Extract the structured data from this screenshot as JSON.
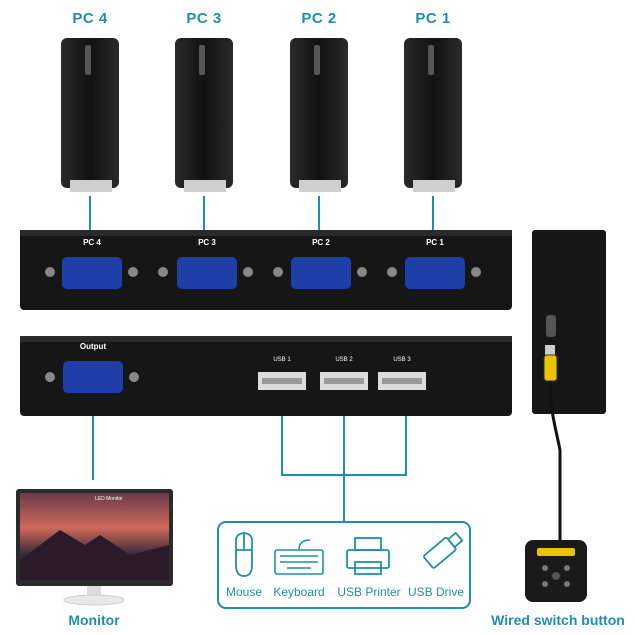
{
  "pcs": [
    {
      "label": "PC 4"
    },
    {
      "label": "PC 3"
    },
    {
      "label": "PC 2"
    },
    {
      "label": "PC 1"
    }
  ],
  "front_panel": {
    "labels": [
      "PC 4",
      "PC 3",
      "PC 2",
      "PC 1"
    ]
  },
  "back_panel": {
    "output_label": "Output",
    "usb_labels": [
      "USB 1",
      "USB 2",
      "USB 3"
    ]
  },
  "peripherals": [
    {
      "label": "Mouse",
      "icon": "mouse-icon"
    },
    {
      "label": "Keyboard",
      "icon": "keyboard-icon"
    },
    {
      "label": "USB Printer",
      "icon": "printer-icon"
    },
    {
      "label": "USB Drive",
      "icon": "usb-drive-icon"
    }
  ],
  "monitor": {
    "label": "Monitor",
    "brand_text": "LED Monitor"
  },
  "switch": {
    "label": "Wired switch button"
  },
  "colors": {
    "accent": "#1f8fb0",
    "vga": "#1f3fa8",
    "device": "#1a1a1a"
  }
}
